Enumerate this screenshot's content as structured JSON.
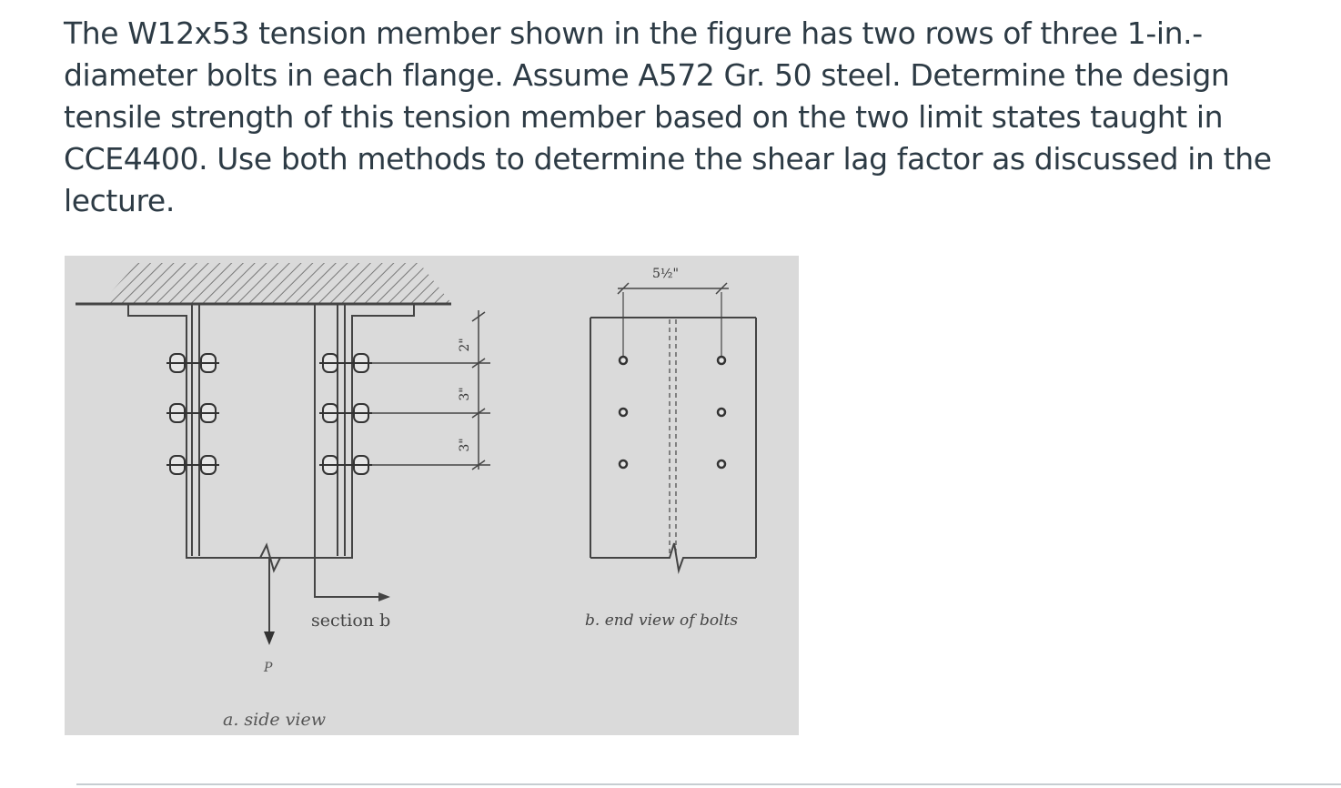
{
  "problem": {
    "text": "The W12x53  tension member shown in the figure has two rows of three 1-in.-\ndiameter bolts in each flange.  Assume A572 Gr. 50 steel. Determine the design\ntensile strength of this tension member based on the two limit states taught in\nCCE4400. Use both methods to determine the shear lag factor as discussed in the\nlecture."
  },
  "figure": {
    "dim_top": "5½\"",
    "dim_2": "2\"",
    "dim_3a": "3\"",
    "dim_3b": "3\"",
    "section_label": "section b",
    "load_label": "P",
    "caption_a": "a. side view",
    "caption_b": "b. end view of bolts"
  }
}
